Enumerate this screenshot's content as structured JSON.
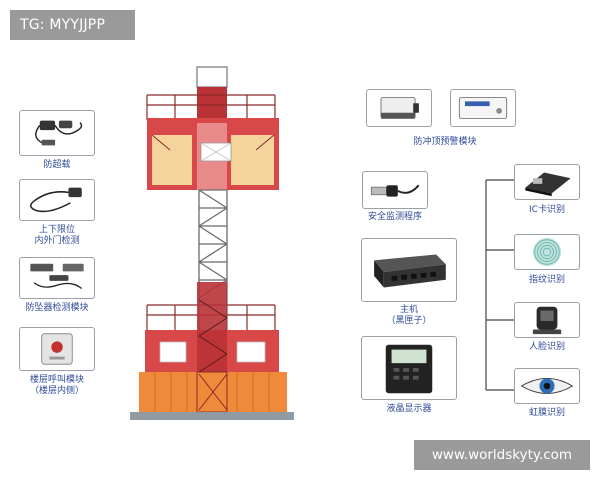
{
  "watermark_tag": "TG: MYYJJPP",
  "website_watermark": "www.worldskyty.com",
  "colors": {
    "cage_red": "#d94848",
    "cage_dark_red": "#b83236",
    "cage_orange": "#ef8a3a",
    "window_cream": "#f4d49a",
    "mast_gray": "#6a6a6a",
    "label_blue": "#2f4a9a",
    "box_border": "#9aa0a6",
    "tree_line": "#444444"
  },
  "left_components": [
    {
      "id": "anti-fall",
      "label_lines": [
        "防超载"
      ],
      "icon": "sensor-cable-icon"
    },
    {
      "id": "limit-door",
      "label_lines": [
        "上下限位",
        "内外门检测"
      ],
      "icon": "limit-switch-cable-icon"
    },
    {
      "id": "anti-collision",
      "label_lines": [
        "防坠器检测模块"
      ],
      "icon": "detection-module-icon"
    },
    {
      "id": "floor-call",
      "label_lines": [
        "楼层呼叫模块",
        "（楼层内侧）"
      ],
      "icon": "call-button-panel-icon"
    }
  ],
  "right_components": [
    {
      "id": "anti-collision-warning",
      "label_lines": [
        "防冲顶预警模块"
      ],
      "icon": "warning-module-icon"
    },
    {
      "id": "usb-program",
      "label_lines": [
        "安全监测程序"
      ],
      "icon": "usb-cable-icon"
    },
    {
      "id": "main-unit",
      "label_lines": [
        "主机",
        "（黑匣子）"
      ],
      "icon": "black-box-unit-icon"
    },
    {
      "id": "display-panel",
      "label_lines": [
        "液晶显示器"
      ],
      "icon": "lcd-controller-icon"
    }
  ],
  "identity_components": [
    {
      "id": "ic-card",
      "label_lines": [
        "IC卡识别"
      ],
      "icon": "ic-card-icon"
    },
    {
      "id": "fingerprint",
      "label_lines": [
        "指纹识别"
      ],
      "icon": "fingerprint-icon"
    },
    {
      "id": "face",
      "label_lines": [
        "人脸识别"
      ],
      "icon": "face-scanner-icon"
    },
    {
      "id": "iris",
      "label_lines": [
        "虹膜识别"
      ],
      "icon": "iris-eye-icon"
    }
  ]
}
